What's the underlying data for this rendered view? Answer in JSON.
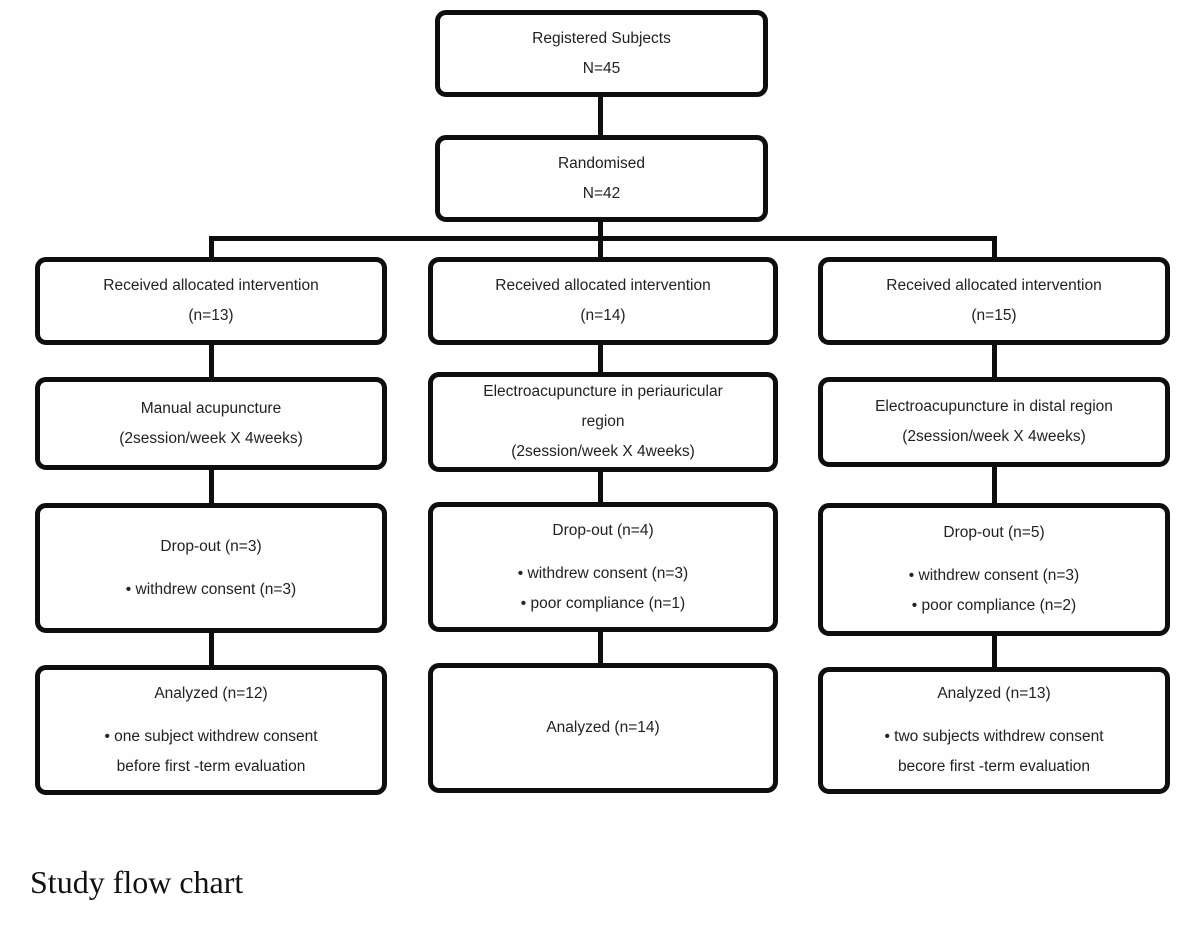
{
  "caption": "Study flow chart",
  "flowchart": {
    "registered": "Registered Subjects\nN=45",
    "randomised": "Randomised\nN=42",
    "columns": [
      {
        "received": "Received allocated intervention\n(n=13)",
        "intervention": "Manual acupuncture\n(2session/week X 4weeks)",
        "dropout_title": "Drop-out (n=3)",
        "dropout_bullets": "• withdrew consent (n=3)",
        "analyzed_title": "Analyzed (n=12)",
        "analyzed_bullets": "• one subject withdrew consent\nbefore first -term evaluation"
      },
      {
        "received": "Received allocated intervention\n(n=14)",
        "intervention": "Electroacupuncture in periauricular\nregion\n(2session/week X 4weeks)",
        "dropout_title": "Drop-out (n=4)",
        "dropout_bullets": "• withdrew consent (n=3)\n• poor compliance (n=1)",
        "analyzed_title": "Analyzed (n=14)"
      },
      {
        "received": "Received allocated intervention\n(n=15)",
        "intervention": "Electroacupuncture in distal region\n(2session/week X 4weeks)",
        "dropout_title": "Drop-out (n=5)",
        "dropout_bullets": "• withdrew consent (n=3)\n• poor compliance (n=2)",
        "analyzed_title": "Analyzed (n=13)",
        "analyzed_bullets": "• two subjects withdrew consent\nbecore first -term evaluation"
      }
    ]
  }
}
